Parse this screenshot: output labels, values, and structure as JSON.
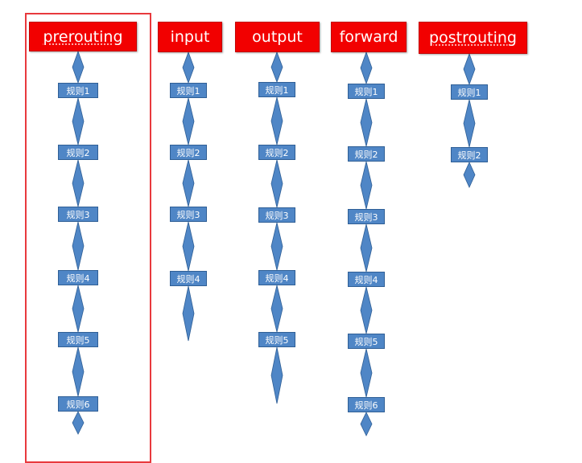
{
  "colors": {
    "chain_head": "#f20000",
    "rule_fill": "#4f86c6",
    "diamond_fill": "#4f86c6",
    "diamond_stroke": "#2f5f96",
    "highlight_border": "#e8393d"
  },
  "highlighted_chain": "prerouting",
  "chains": [
    {
      "id": "prerouting",
      "label": "prerouting",
      "rules": [
        "规则1",
        "规则2",
        "规则3",
        "规则4",
        "规则5",
        "规则6"
      ]
    },
    {
      "id": "input",
      "label": "input",
      "rules": [
        "规则1",
        "规则2",
        "规则3",
        "规则4"
      ]
    },
    {
      "id": "output",
      "label": "output",
      "rules": [
        "规则1",
        "规则2",
        "规则3",
        "规则4",
        "规则5"
      ]
    },
    {
      "id": "forward",
      "label": "forward",
      "rules": [
        "规则1",
        "规则2",
        "规则3",
        "规则4",
        "规则5",
        "规则6"
      ]
    },
    {
      "id": "postrouting",
      "label": "postrouting",
      "rules": [
        "规则1",
        "规则2"
      ]
    }
  ]
}
